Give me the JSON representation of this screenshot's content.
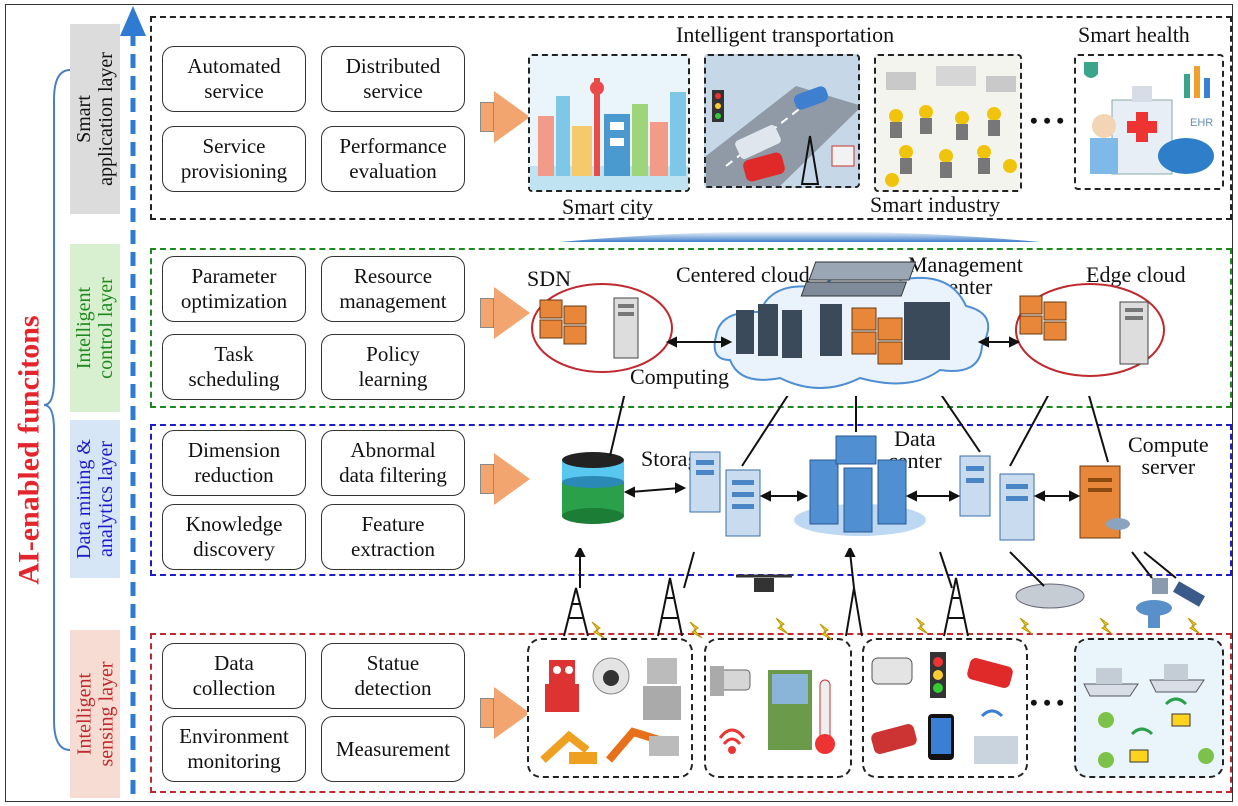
{
  "side_title": "AI-enabled funcitons",
  "layers": {
    "application": {
      "label": "Smart\napplication layer",
      "color": "#dcdcdc",
      "functions": [
        "Automated\nservice",
        "Distributed\nservice",
        "Service\nprovisioning",
        "Performance\nevaluation"
      ],
      "images": {
        "top_title": "Intelligent transportation",
        "smart_health": "Smart health",
        "smart_city": "Smart city",
        "smart_industry": "Smart industry",
        "ellipsis": "• • •",
        "ehr": "EHR"
      }
    },
    "control": {
      "label": "Intelligent\ncontrol layer",
      "color": "#d8f0cf",
      "border_color": "#1e8a1e",
      "functions": [
        "Parameter\noptimization",
        "Resource\nmanagement",
        "Task\nscheduling",
        "Policy\nlearning"
      ],
      "nodes": {
        "sdn": "SDN",
        "centered_cloud": "Centered cloud",
        "management_center": "Management\ncenter",
        "edge_cloud": "Edge cloud",
        "computing": "Computing"
      }
    },
    "data": {
      "label": "Data mining &\nanalytics layer",
      "color": "#d7e6f7",
      "border_color": "#1c1ccc",
      "functions": [
        "Dimension\nreduction",
        "Abnormal\ndata filtering",
        "Knowledge\ndiscovery",
        "Feature\nextraction"
      ],
      "nodes": {
        "storage": "Storage",
        "data_center": "Data\ncenter",
        "compute_server": "Compute\nserver"
      }
    },
    "sensing": {
      "label": "Intelligent\nsensing layer",
      "color": "#f6dcd2",
      "border_color": "#c0282d",
      "functions": [
        "Data\ncollection",
        "Statue\ndetection",
        "Environment\nmonitoring",
        "Measurement"
      ],
      "ellipsis": "• • •"
    }
  },
  "colors": {
    "accent_red": "#e3262d",
    "arrow_orange": "#f2a56f",
    "axis_blue": "#2e7bd1"
  }
}
